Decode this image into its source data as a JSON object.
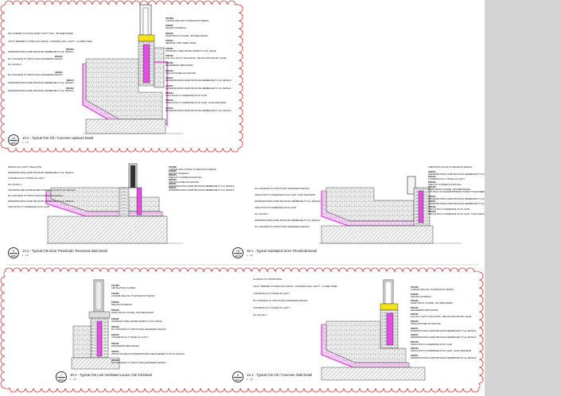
{
  "details": [
    {
      "id": "d12",
      "number": "12",
      "scale": "1 : 10",
      "title": "10-1 - Typical CW Cill / Concrete Upstand Detail",
      "notes_right": [
        {
          "code": "ST17956",
          "text": "CURTAIN WALLING TO SPECIALIST DESIGN"
        },
        {
          "code": "Z000066",
          "text": "SEALANT EXTERNAL"
        },
        {
          "code": "P000164",
          "text": "DAMP PROOF COURSE - BITUMEN BASED"
        },
        {
          "code": "F000164",
          "text": "PERPEND JOINT WEEP HOLES"
        },
        {
          "code": "F008162",
          "text": "STAINLESS STEEL FRAME CRAMPS TO S.E. DETAIL"
        },
        {
          "code": "F000145",
          "text": "FULL FILL CAVITY INSULATION - BELOW GROUND DPC LEVEL"
        },
        {
          "code": "P000164",
          "text": "ENGINEERING BRICKWORK"
        },
        {
          "code": "P000164",
          "text": "INSULATION BELOW GROUND"
        },
        {
          "code": "J000074",
          "text": "WATERPROOFING DAMP PROOFING MEMBRANE TO S.E. DETAILS"
        },
        {
          "code": "J000074",
          "text": "WATERPROOFING DAMP PROOFING MEMBRANE TO S.E. DETAILS"
        },
        {
          "code": "P000164",
          "text": "INSULATION TO UNDERSIDE OF RC SLAB"
        },
        {
          "code": "P000164",
          "text": "INSULATION TO UNDERSIDE OF RC SLAB - SLAB THICKNESS"
        },
        {
          "code": "J000074",
          "text": "WATERPROOFING DAMP PROOFING MEMBRANE TO S.E. DETAILS"
        }
      ],
      "notes_left": [
        {
          "code": "",
          "text": "DPC FORMED TO WHOLE SHEET CAVITY TRAY - BITUMEN BASED"
        },
        {
          "code": "",
          "text": "CAVITY BARRIER TO SPECIALIST DETAIL - EXTERNAL WALL CAVITY - CLOSED STEEL"
        },
        {
          "code": "P000164",
          "text": "WATERPROOFING DAMP PROOFING MEMBRANE TO S.E. DETAILS"
        },
        {
          "code": "P000164",
          "text": "RC CONCRETE TO STRUCTURAL ENGINEER'S DESIGN"
        },
        {
          "code": "",
          "text": "FFL 100.000 m"
        },
        {
          "code": "J000074",
          "text": "RC CONCRETE TO STRUCTURAL ENGINEER'S DESIGN"
        },
        {
          "code": "J000074",
          "text": "WATERPROOFING DAMP PROOFING MEMBRANE TO S.E. DETAILS"
        },
        {
          "code": "P000164",
          "text": "WATERPROOFING DAMP PROOFING MEMBRANE TO S.E. DETAILS"
        }
      ]
    },
    {
      "id": "d9",
      "number": "9",
      "scale": "1 : 10",
      "title": "14-1 - Typical CW Door Threshold / Recessed Slab Detail",
      "notes_right": [
        {
          "code": "ST17956",
          "text": "CURTAIN WALL DOORS TO SPECIALIST DESIGN"
        },
        {
          "code": "Z000066",
          "text": "SEALANT INTERNAL"
        },
        {
          "code": "P000164",
          "text": "PRECAST CONCRETE DOOR SILL"
        },
        {
          "code": "P000164",
          "text": "INSULATION BELOW GROUND"
        },
        {
          "code": "J000074",
          "text": "WATERPROOFING DAMP PROOFING MEMBRANE TO S.E. DETAILS"
        },
        {
          "code": "J000074",
          "text": "WATERPROOFING DAMP PROOFING MEMBRANE TO S.E. DETAILS"
        }
      ],
      "notes_left": [
        {
          "code": "",
          "text": "PARTIAL FILL CAVITY INSULATION"
        },
        {
          "code": "",
          "text": "WATERPROOFING DAMP PROOFING MEMBRANE TO S.E. DETAILS"
        },
        {
          "code": "",
          "text": "CONCRETE FILL TO BASE OF CAVITY"
        },
        {
          "code": "",
          "text": "FFL 100.000 m"
        },
        {
          "code": "",
          "text": "THICKENING BELOW RECESSED CONCRETE SLAB TO S.E. DETAILS"
        },
        {
          "code": "",
          "text": "RC CONCRETE TO STRUCTURAL ENGINEER'S DESIGN"
        },
        {
          "code": "",
          "text": "WATERPROOFING DAMP PROOFING MEMBRANE TO S.E. DETAILS"
        },
        {
          "code": "",
          "text": "INSULATION TO UNDERSIDE OF RC SLAB"
        }
      ]
    },
    {
      "id": "d15",
      "number": "15",
      "scale": "1 : 10",
      "title": "15-1 - Typical Substation Door Threshold Detail",
      "notes_right": [
        {
          "code": "",
          "text": "SUBSTATION DOOR TO SPECIALIST DESIGN"
        },
        {
          "code": "J000074",
          "text": "WATERPROOFING DAMP PROOFING MEMBRANE TO S.E. DETAILS"
        },
        {
          "code": "F000145",
          "text": "CONCRETE FILL TO BASE OF CAVITY"
        },
        {
          "code": "P000164",
          "text": "PRECAST CONCRETE DOOR SILL"
        },
        {
          "code": "P000164",
          "text": "DAMP PROOF COURSE - BITUMEN BASED"
        },
        {
          "code": "",
          "text": "CUT BACK OF SAFEDROP/DRAIN SYSTEM TO ENGINEERING BRICKWORK"
        },
        {
          "code": "J000074",
          "text": "WATERPROOFING DAMP PROOFING MEMBRANE TO S.E. DETAILS"
        },
        {
          "code": "J000074",
          "text": "WATERPROOFING DAMP PROOFING MEMBRANE TO S.E. DETAILS"
        },
        {
          "code": "P000164",
          "text": "INSULATION TO UNDERSIDE OF RC SLAB"
        },
        {
          "code": "P000164",
          "text": "INSULATION TO UNDERSIDE OF RC SLAB - SLAB THICKNESS"
        }
      ],
      "notes_left": [
        {
          "code": "",
          "text": "RC CONCRETE TO STRUCTURAL ENGINEER'S DESIGN"
        },
        {
          "code": "",
          "text": "INSULATION TO UNDERSIDE OF RC SLAB - SLAB THICKNESS"
        },
        {
          "code": "",
          "text": "WATERPROOFING DAMP PROOFING MEMBRANE TO S.E. DETAILS"
        },
        {
          "code": "",
          "text": "INSULATION TO UNDERSIDE OF RC SLAB"
        },
        {
          "code": "",
          "text": "FFL 100.000 m"
        },
        {
          "code": "",
          "text": "WATERPROOFING DAMP PROOFING MEMBRANE TO S.E. DETAILS"
        },
        {
          "code": "",
          "text": "RC CONCRETE TO STRUCTURAL ENGINEER'S DESIGN"
        }
      ]
    },
    {
      "id": "d7",
      "number": "7",
      "scale": "1 : 10",
      "title": "10-1 - Typical CW Link Ventilated Louvre CW Cill Detail",
      "notes_right": [
        {
          "code": "ST17956",
          "text": "VENTILATION LOUVRES"
        },
        {
          "code": "ST17956",
          "text": "CURTAIN WALLING TO SPECIALIST DESIGN"
        },
        {
          "code": "Z000066",
          "text": "SEALANT EXTERNAL"
        },
        {
          "code": "P000164",
          "text": "DAMP PROOF COURSE - BITUMEN BASED"
        },
        {
          "code": "F008162",
          "text": "STAINLESS STEEL FRAME CRAMPS TO S.E. DETAIL"
        },
        {
          "code": "P000164",
          "text": "RC CONCRETE TO STRUCTURAL ENGINEER'S DESIGN"
        },
        {
          "code": "F000145",
          "text": "CONCRETE FILL TO BASE OF CAVITY"
        },
        {
          "code": "P000164",
          "text": "ENGINEERING BRICKWORK"
        },
        {
          "code": "J000074",
          "text": "INSULATION BELOW WATERPROOFING REQUIREMENTS TO S.E. DETAILS"
        },
        {
          "code": "P000164",
          "text": "RC CONCRETE TO STRUCTURAL ENGINEER'S DESIGN"
        }
      ],
      "notes_left": []
    },
    {
      "id": "d8",
      "number": "8",
      "scale": "1 : 10",
      "title": "13-1 - Typical CW Cill / Concrete Slab Detail",
      "notes_right": [
        {
          "code": "ST17956",
          "text": "CURTAIN WALLING TO SPECIALIST DESIGN"
        },
        {
          "code": "Z000066",
          "text": "SEALANT EXTERNAL"
        },
        {
          "code": "P000164",
          "text": "DAMP PROOF COURSE - BITUMEN BASED"
        },
        {
          "code": "P000164",
          "text": "ENGINEERING BRICKWORK"
        },
        {
          "code": "F000145",
          "text": "FULL FILL CAVITY INSULATION - BELOW GROUND DPC LEVEL"
        },
        {
          "code": "P000164",
          "text": "INSULATION BELOW GROUND"
        },
        {
          "code": "J000074",
          "text": "WATERPROOFING DAMP PROOFING MEMBRANE TO S.E. DETAILS"
        },
        {
          "code": "J000074",
          "text": "WATERPROOFING DAMP PROOFING MEMBRANE TO S.E. DETAILS"
        },
        {
          "code": "P000164",
          "text": "INSULATION TO UNDERSIDE OF RC SLAB"
        },
        {
          "code": "P000164",
          "text": "INSULATION TO UNDERSIDE OF RC SLAB - SLAB THICKNESS"
        },
        {
          "code": "J000074",
          "text": "WATERPROOFING DAMP PROOFING MEMBRANE TO S.E. DETAILS"
        }
      ],
      "notes_left": [
        {
          "code": "",
          "text": "FLASHING TO CURTAIN WALL"
        },
        {
          "code": "",
          "text": "CAVITY BARRIER TO SPECIALIST DETAIL - EXTERNAL WALL CAVITY - CLOSED STEEL"
        },
        {
          "code": "",
          "text": "CONCRETE FILL TO BASE OF CAVITY"
        },
        {
          "code": "",
          "text": "RC CONCRETE TO STRUCTURAL ENGINEER'S DESIGN"
        },
        {
          "code": "",
          "text": "CONCRETE FILL TO BASE OF CAVITY"
        },
        {
          "code": "",
          "text": "FFL 100.000 m"
        }
      ]
    }
  ],
  "colors": {
    "revision_cloud": "#e03a3a",
    "insulation": "#e14fe0",
    "insulation_fill": "#f2cdf2",
    "dpc": "#f2e21a",
    "concrete": "#bdbdbd",
    "side_panel": "#d4d4d4"
  }
}
